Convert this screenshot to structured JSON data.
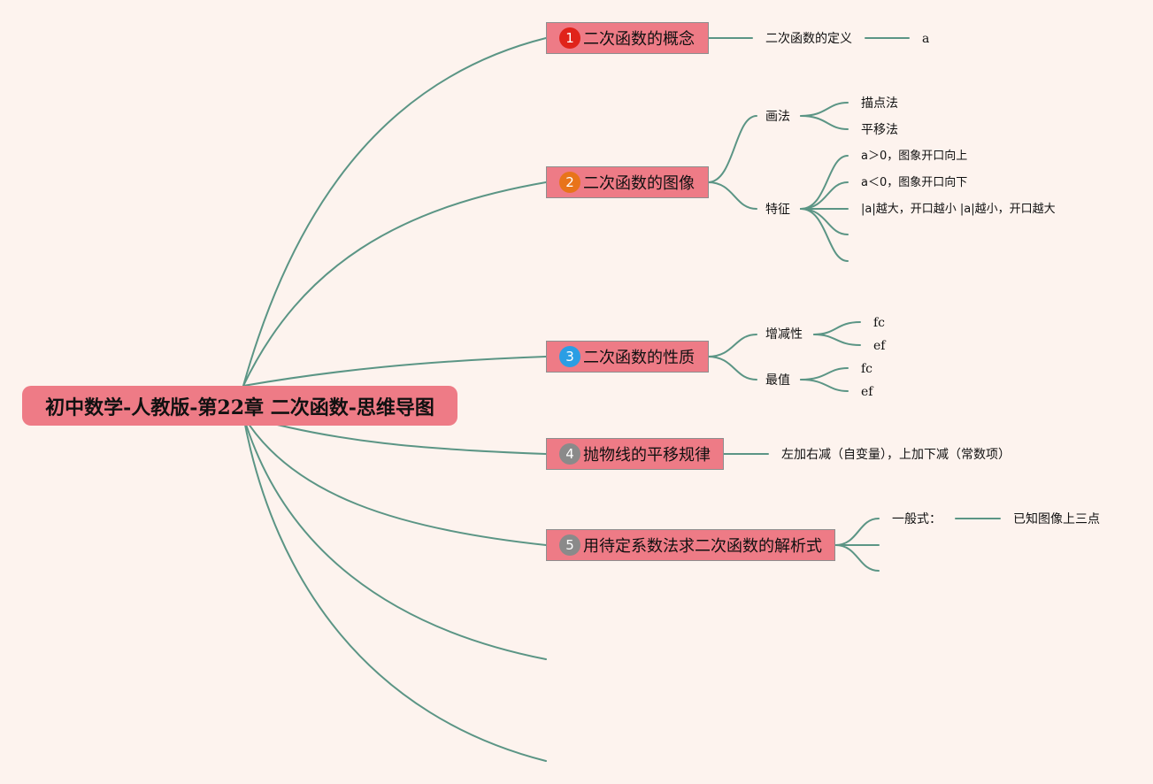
{
  "root": {
    "title": "初中数学-人教版-第22章 二次函数-思维导图"
  },
  "colors": {
    "background": "#fdf3ee",
    "node": "#ee7b86",
    "line": "#5b9585"
  },
  "branches": [
    {
      "num": "1",
      "num_color": "#e0231a",
      "label": "二次函数的概念"
    },
    {
      "num": "2",
      "num_color": "#e8741a",
      "label": "二次函数的图像"
    },
    {
      "num": "3",
      "num_color": "#2b9ee4",
      "label": "二次函数的性质"
    },
    {
      "num": "4",
      "num_color": "#8a8a8a",
      "label": "抛物线的平移规律"
    },
    {
      "num": "5",
      "num_color": "#8a8a8a",
      "label": "用待定系数法求二次函数的解析式"
    }
  ],
  "b1": {
    "definition": "二次函数的定义",
    "a": "a"
  },
  "b2": {
    "drawing": "画法",
    "drawing_items": [
      "描点法",
      "平移法"
    ],
    "features": "特征",
    "feature_items": [
      "a＞0，图象开口向上",
      "a＜0，图象开口向下",
      "|a|越大，开口越小 |a|越小，开口越大"
    ]
  },
  "b3": {
    "monotonic": "增减性",
    "monotonic_items": [
      "fc",
      "ef"
    ],
    "extreme": "最值",
    "extreme_items": [
      "fc",
      "ef"
    ]
  },
  "b4": {
    "rule": "左加右减（自变量），上加下减（常数项）"
  },
  "b5": {
    "general": "一般式：",
    "three_points": "已知图像上三点"
  }
}
